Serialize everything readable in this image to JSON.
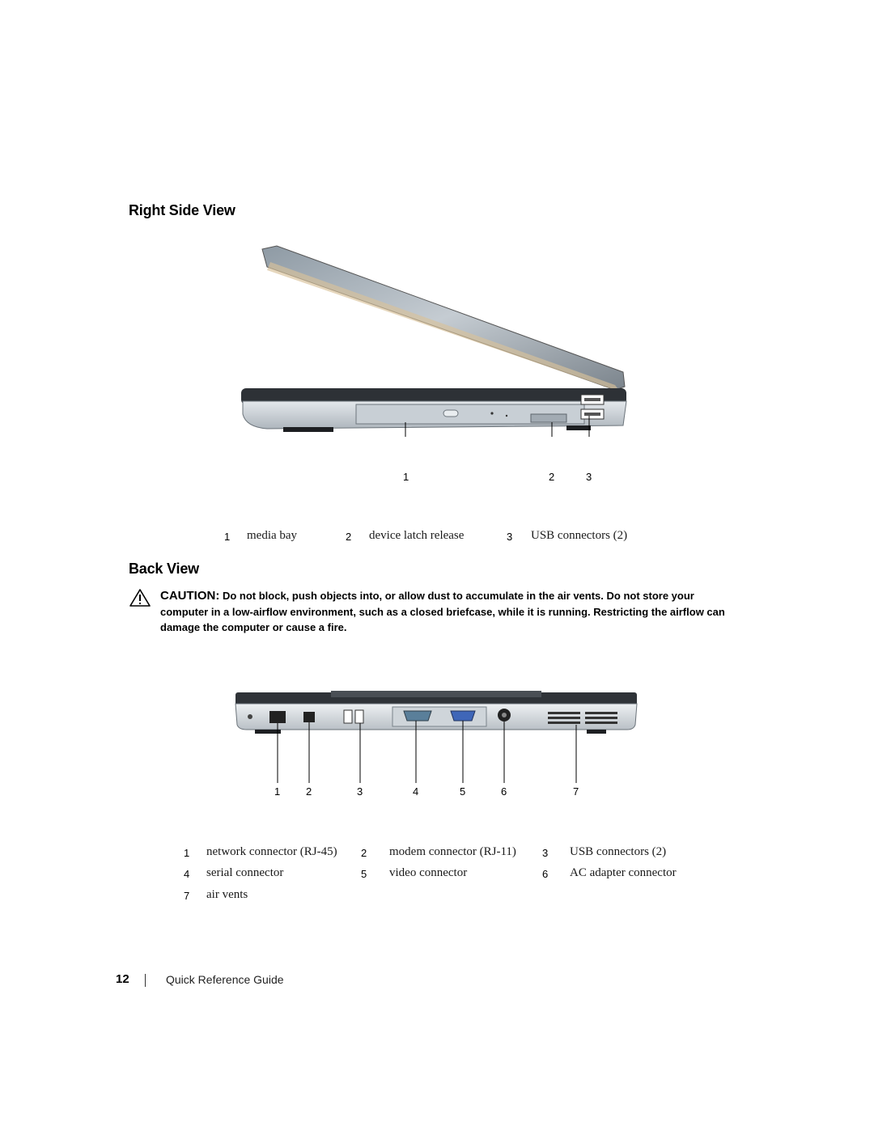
{
  "right_side_view": {
    "heading": "Right Side View",
    "callouts": [
      "1",
      "2",
      "3"
    ],
    "legend": [
      {
        "num": "1",
        "text": "media bay"
      },
      {
        "num": "2",
        "text": "device latch release"
      },
      {
        "num": "3",
        "text": "USB connectors (2)"
      }
    ]
  },
  "back_view": {
    "heading": "Back View",
    "caution_label": "CAUTION:",
    "caution_text": "Do not block, push objects into, or allow dust to accumulate in the air vents. Do not store your computer in a low-airflow environment, such as a closed briefcase, while it is running. Restricting the airflow can damage the computer or cause a fire.",
    "callouts": [
      "1",
      "2",
      "3",
      "4",
      "5",
      "6",
      "7"
    ],
    "legend": [
      {
        "num": "1",
        "text": "network connector (RJ-45)"
      },
      {
        "num": "2",
        "text": "modem connector (RJ-11)"
      },
      {
        "num": "3",
        "text": "USB connectors (2)"
      },
      {
        "num": "4",
        "text": "serial connector"
      },
      {
        "num": "5",
        "text": "video connector"
      },
      {
        "num": "6",
        "text": "AC adapter connector"
      },
      {
        "num": "7",
        "text": "air vents"
      }
    ]
  },
  "footer": {
    "page_number": "12",
    "guide_title": "Quick Reference Guide"
  }
}
